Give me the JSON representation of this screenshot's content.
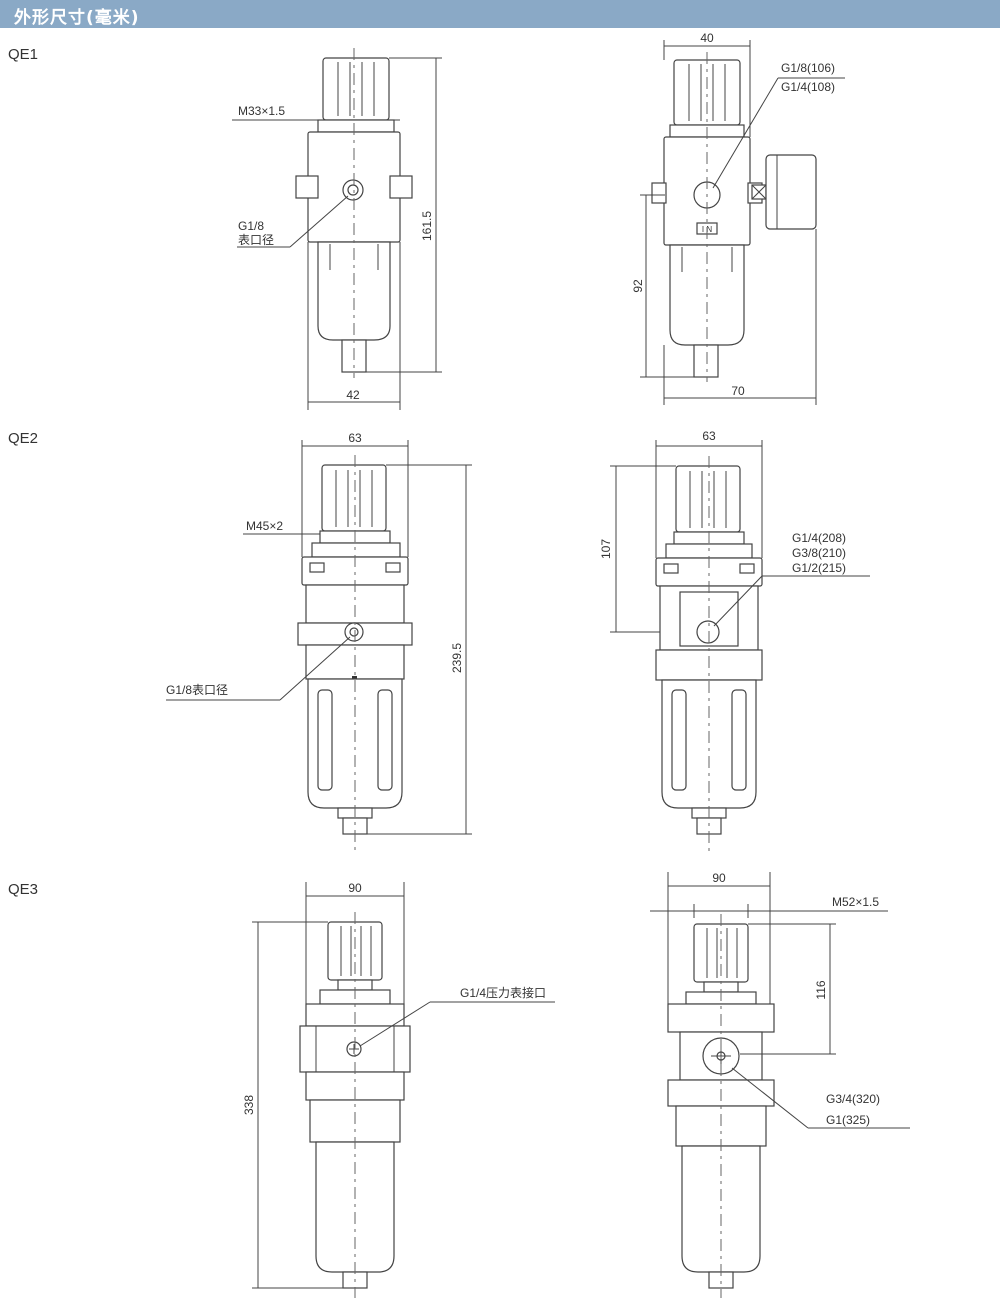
{
  "header": {
    "title": "外形尺寸(毫米)",
    "color": "#8aa9c6"
  },
  "models": {
    "qe1": {
      "label": "QE1",
      "front": {
        "thread": "M33×1.5",
        "gauge_port": [
          "G1/8",
          "表口径"
        ],
        "height": "161.5",
        "width": "42"
      },
      "side": {
        "top_width": "40",
        "ports": [
          "G1/8(106)",
          "G1/4(108)"
        ],
        "height": "92",
        "width": "70",
        "in_mark": "I N"
      }
    },
    "qe2": {
      "label": "QE2",
      "front": {
        "top_width": "63",
        "thread": "M45×2",
        "gauge_port": "G1/8表口径",
        "height": "239.5"
      },
      "side": {
        "top_width": "63",
        "height": "107",
        "ports": [
          "G1/4(208)",
          "G3/8(210)",
          "G1/2(215)"
        ]
      }
    },
    "qe3": {
      "label": "QE3",
      "front": {
        "top_width": "90",
        "gauge_port": "G1/4压力表接口",
        "height": "338"
      },
      "side": {
        "top_width": "90",
        "thread": "M52×1.5",
        "height": "116",
        "ports": [
          "G3/4(320)",
          "G1(325)"
        ]
      }
    }
  }
}
